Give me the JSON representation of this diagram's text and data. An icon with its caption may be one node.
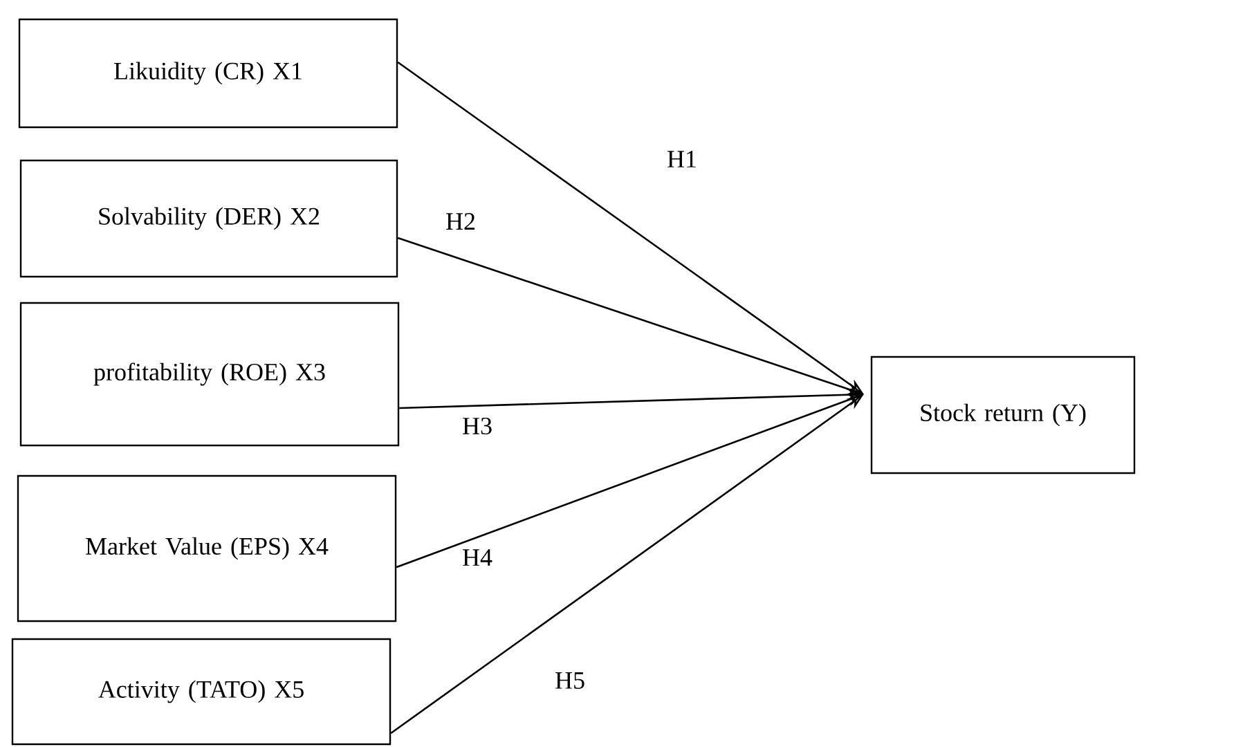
{
  "diagram": {
    "nodes": [
      {
        "text": [
          "Likuidity (CR) X1"
        ]
      },
      {
        "text": [
          "Solvability (DER) X2"
        ]
      },
      {
        "text": [
          "profitability (ROE) X3"
        ]
      },
      {
        "text": [
          "Market Value (EPS) X4"
        ]
      },
      {
        "text": [
          "Activity (TATO) X5"
        ]
      },
      {
        "text": [
          "Stock return (Y)"
        ]
      }
    ],
    "edges": [
      {
        "from": 0,
        "to": 5,
        "arrow": "to",
        "label": "H1"
      },
      {
        "from": 1,
        "to": 5,
        "arrow": "to",
        "label": "H2"
      },
      {
        "from": 2,
        "to": 5,
        "arrow": "to",
        "label": "H3"
      },
      {
        "from": 3,
        "to": 5,
        "arrow": "to",
        "label": "H4"
      },
      {
        "from": 4,
        "to": 5,
        "arrow": "to",
        "label": "H5"
      }
    ]
  }
}
